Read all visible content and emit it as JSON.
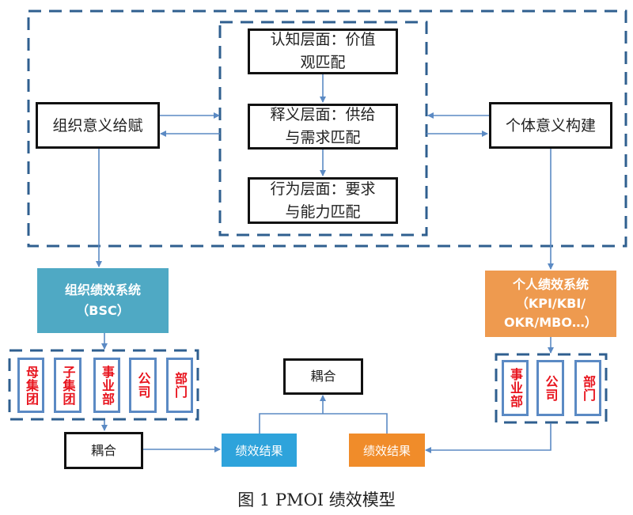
{
  "diagram": {
    "caption": "图 1 PMOI 绩效模型",
    "colors": {
      "dashed_border": "#2f5f8f",
      "arrow": "#5b8ac4",
      "org_system_fill": "#4fa9c4",
      "ind_system_fill": "#ee9a4f",
      "result_blue_fill": "#2ea3db",
      "result_orange_fill": "#f08c2a",
      "unit_text": "#e8141e"
    },
    "sense_layers": [
      {
        "line1": "认知层面：价值",
        "line2": "观匹配"
      },
      {
        "line1": "释义层面：供给",
        "line2": "与需求匹配"
      },
      {
        "line1": "行为层面：要求",
        "line2": "与能力匹配"
      }
    ],
    "org_sensegiving": "组织意义给赋",
    "ind_sensemaking": "个体意义构建",
    "org_system": {
      "line1": "组织绩效系统",
      "line2": "（BSC）"
    },
    "ind_system": {
      "line1": "个人绩效系统",
      "line2": "（KPI/KBI/",
      "line3": "OKR/MBO…）"
    },
    "org_units": [
      "母集团",
      "子集团",
      "事业部",
      "公司",
      "部门"
    ],
    "ind_units": [
      "事业部",
      "公司",
      "部门"
    ],
    "coupling_left": "耦合",
    "coupling_center": "耦合",
    "result_org": "绩效结果",
    "result_ind": "绩效结果"
  }
}
